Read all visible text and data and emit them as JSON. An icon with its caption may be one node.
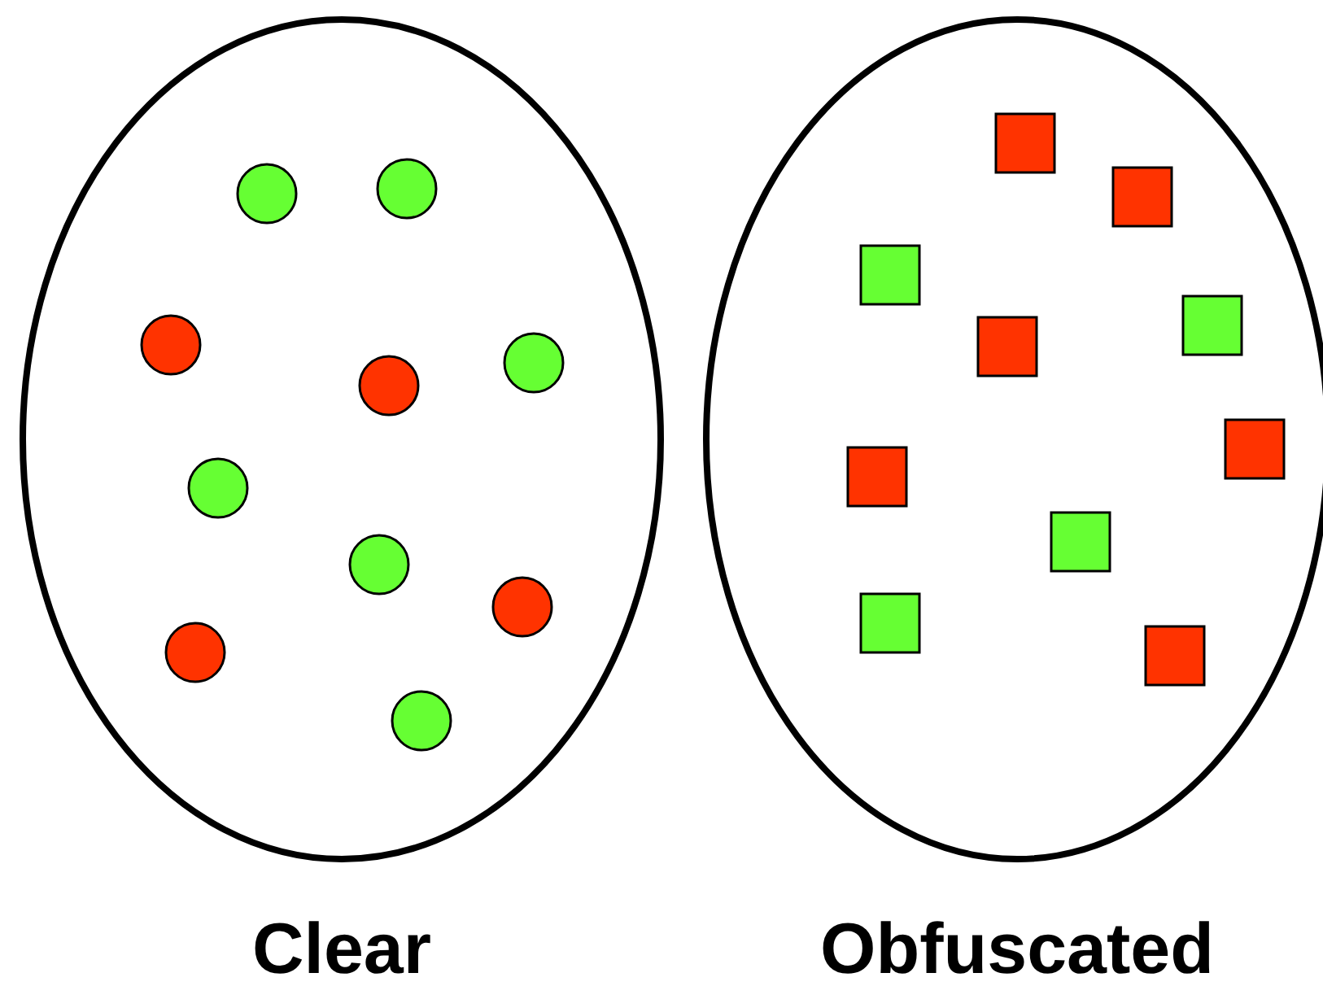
{
  "diagram": {
    "nodes": [
      {
        "text": [
          "Clear"
        ]
      },
      {
        "text": [
          "Obfuscated"
        ]
      },
      {
        "text": [],
        "shape": "circle",
        "in": 0
      },
      {
        "text": [],
        "shape": "circle",
        "in": 0
      },
      {
        "text": [],
        "shape": "circle",
        "in": 0
      },
      {
        "text": [],
        "shape": "circle",
        "in": 0
      },
      {
        "text": [],
        "shape": "circle",
        "in": 0
      },
      {
        "text": [],
        "shape": "circle",
        "in": 0
      },
      {
        "text": [],
        "shape": "circle",
        "in": 0
      },
      {
        "text": [],
        "shape": "circle",
        "in": 0
      },
      {
        "text": [],
        "shape": "circle",
        "in": 0
      },
      {
        "text": [],
        "shape": "circle",
        "in": 0
      },
      {
        "text": [],
        "shape": "box",
        "in": 1
      },
      {
        "text": [],
        "shape": "box",
        "in": 1
      },
      {
        "text": [],
        "shape": "box",
        "in": 1
      },
      {
        "text": [],
        "shape": "box",
        "in": 1
      },
      {
        "text": [],
        "shape": "box",
        "in": 1
      },
      {
        "text": [],
        "shape": "box",
        "in": 1
      },
      {
        "text": [],
        "shape": "box",
        "in": 1
      },
      {
        "text": [],
        "shape": "box",
        "in": 1
      },
      {
        "text": [],
        "shape": "box",
        "in": 1
      },
      {
        "text": [],
        "shape": "box",
        "in": 1
      }
    ]
  }
}
